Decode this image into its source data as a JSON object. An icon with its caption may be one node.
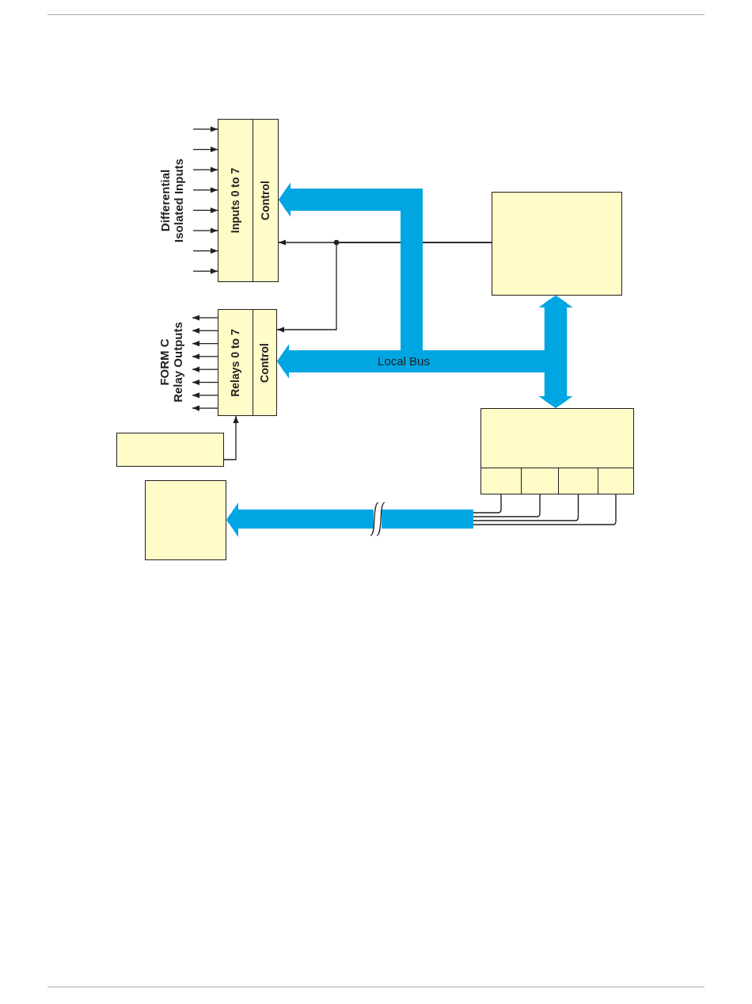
{
  "diagram": {
    "nodes": [
      {
        "text": [
          "Differential Isolated Inputs"
        ]
      },
      {
        "text": [
          "Inputs 0 to 7"
        ]
      },
      {
        "text": [
          "Control"
        ]
      },
      {
        "text": [],
        "shape": "box"
      },
      {
        "text": [
          "FORM C Relay Outputs"
        ]
      },
      {
        "text": [
          "Relays 0 to 7"
        ]
      },
      {
        "text": [
          "Control"
        ]
      },
      {
        "text": [],
        "shape": "box"
      },
      {
        "text": [],
        "shape": "box",
        "in": 7
      },
      {
        "text": [],
        "shape": "box",
        "in": 7
      },
      {
        "text": [],
        "shape": "box",
        "in": 7
      },
      {
        "text": [],
        "shape": "box",
        "in": 7
      },
      {
        "text": [],
        "shape": "box"
      },
      {
        "text": [],
        "shape": "box"
      }
    ],
    "edges": [
      {
        "from": 0,
        "to": 1,
        "arrow": "to"
      },
      {
        "from": 0,
        "to": 1,
        "arrow": "to"
      },
      {
        "from": 0,
        "to": 1,
        "arrow": "to"
      },
      {
        "from": 0,
        "to": 1,
        "arrow": "to"
      },
      {
        "from": 0,
        "to": 1,
        "arrow": "to"
      },
      {
        "from": 0,
        "to": 1,
        "arrow": "to"
      },
      {
        "from": 0,
        "to": 1,
        "arrow": "to"
      },
      {
        "from": 0,
        "to": 1,
        "arrow": "to"
      },
      {
        "from": 5,
        "to": 4,
        "arrow": "to"
      },
      {
        "from": 5,
        "to": 4,
        "arrow": "to"
      },
      {
        "from": 5,
        "to": 4,
        "arrow": "to"
      },
      {
        "from": 5,
        "to": 4,
        "arrow": "to"
      },
      {
        "from": 5,
        "to": 4,
        "arrow": "to"
      },
      {
        "from": 5,
        "to": 4,
        "arrow": "to"
      },
      {
        "from": 5,
        "to": 4,
        "arrow": "to"
      },
      {
        "from": 5,
        "to": 4,
        "arrow": "to"
      },
      {
        "from": 3,
        "to": 2,
        "arrow": "to"
      },
      {
        "from": 3,
        "to": 6,
        "arrow": "to"
      },
      {
        "from": 12,
        "to": 5,
        "arrow": "to"
      },
      {
        "from": 3,
        "to": 7,
        "arrow": "both",
        "style": "thick",
        "color": "#00a6e2"
      },
      {
        "from": 3,
        "to": 6,
        "arrow": "to",
        "label": "Local Bus",
        "style": "thick",
        "color": "#00a6e2"
      },
      {
        "from": 3,
        "to": 2,
        "arrow": "to",
        "style": "thick",
        "color": "#00a6e2"
      },
      {
        "from": 8,
        "to": 13,
        "arrow": "to",
        "style": "thick",
        "color": "#00a6e2"
      },
      {
        "from": 9,
        "to": 13,
        "arrow": "to",
        "style": "thick",
        "color": "#00a6e2"
      },
      {
        "from": 10,
        "to": 13,
        "arrow": "to",
        "style": "thick",
        "color": "#00a6e2"
      },
      {
        "from": 11,
        "to": 13,
        "arrow": "to",
        "style": "thick",
        "color": "#00a6e2"
      }
    ]
  }
}
